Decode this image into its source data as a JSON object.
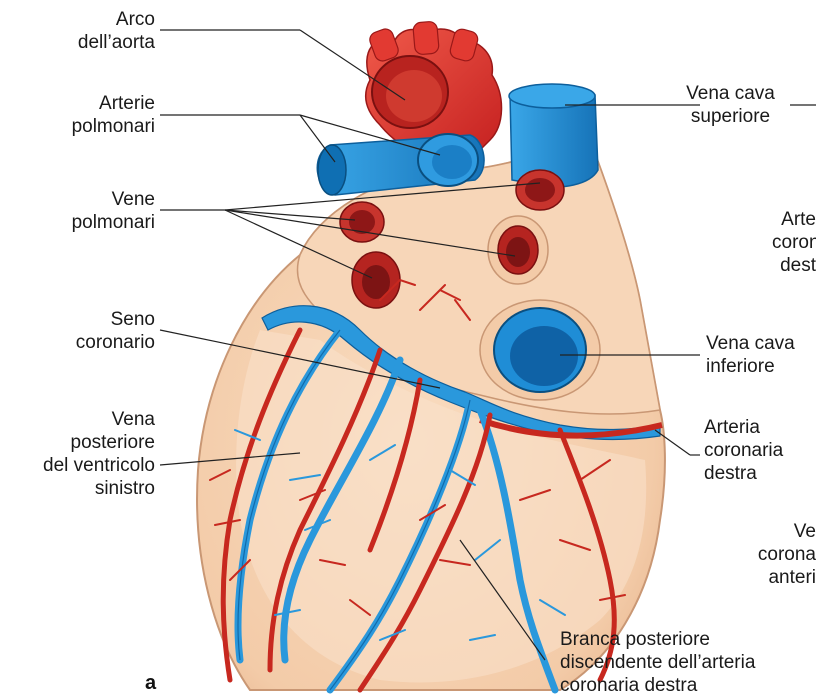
{
  "labels": {
    "arco_aorta": "Arco\ndell’aorta",
    "arterie_polmonari": "Arterie\npolmonari",
    "vene_polmonari": "Vene\npolmonari",
    "seno_coronario": "Seno\ncoronario",
    "vena_posteriore": "Vena\nposteriore\ndel ventricolo\nsinistro",
    "vena_cava_superiore": "Vena cava\nsuperiore",
    "arteria_coronaria_destra_cut": "Arte\ncorona\ndest",
    "vena_cava_inferiore": "Vena cava\ninferiore",
    "arteria_coronaria_destra": "Arteria\ncoronaria\ndestra",
    "vena_coronaria_anteriore_cut": "Ve\ncorona\nanteri",
    "branca_posteriore": "Branca posteriore\ndiscendente dell’arteria\ncoronaria destra"
  },
  "panel_letter": "a",
  "colors": {
    "artery": "#d42a2a",
    "artery_dark": "#8e1212",
    "vein": "#1e8fd6",
    "vein_dark": "#0d5f9c",
    "myocardium": "#f6d3b4",
    "myocardium_shadow": "#e7b992",
    "leader": "#222222"
  }
}
